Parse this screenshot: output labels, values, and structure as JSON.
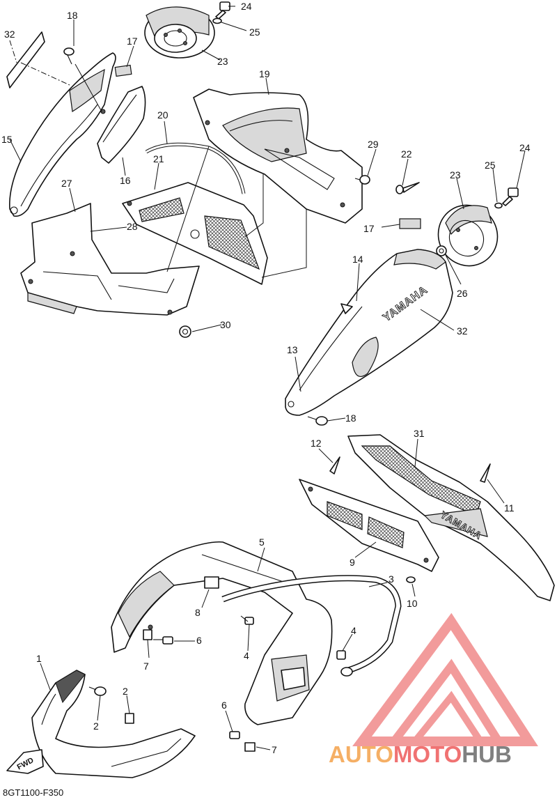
{
  "diagram": {
    "code": "8GT1100-F350",
    "fwd_label": "FWD",
    "emboss_text": "YAMAHA",
    "watermark": {
      "part1": "AUTO",
      "part2": "MOTO",
      "part3": "HUB",
      "colors": {
        "orange": "#f4a24b",
        "red": "#ee5a5a",
        "grey": "#6a6a6a",
        "logo": "#f08a8a"
      }
    }
  },
  "callouts": [
    {
      "id": "c24a",
      "text": "24"
    },
    {
      "id": "c25a",
      "text": "25"
    },
    {
      "id": "c23a",
      "text": "23"
    },
    {
      "id": "c18a",
      "text": "18"
    },
    {
      "id": "c32a",
      "text": "32"
    },
    {
      "id": "c17a",
      "text": "17"
    },
    {
      "id": "c15",
      "text": "15"
    },
    {
      "id": "c16",
      "text": "16"
    },
    {
      "id": "c20",
      "text": "20"
    },
    {
      "id": "c19",
      "text": "19"
    },
    {
      "id": "c21",
      "text": "21"
    },
    {
      "id": "c27",
      "text": "27"
    },
    {
      "id": "c28",
      "text": "28"
    },
    {
      "id": "c30",
      "text": "30"
    },
    {
      "id": "c29",
      "text": "29"
    },
    {
      "id": "c22",
      "text": "22"
    },
    {
      "id": "c24b",
      "text": "24"
    },
    {
      "id": "c23b",
      "text": "23"
    },
    {
      "id": "c25b",
      "text": "25"
    },
    {
      "id": "c17b",
      "text": "17"
    },
    {
      "id": "c14",
      "text": "14"
    },
    {
      "id": "c26",
      "text": "26"
    },
    {
      "id": "c32b",
      "text": "32"
    },
    {
      "id": "c13",
      "text": "13"
    },
    {
      "id": "c18b",
      "text": "18"
    },
    {
      "id": "c12",
      "text": "12"
    },
    {
      "id": "c31",
      "text": "31"
    },
    {
      "id": "c11",
      "text": "11"
    },
    {
      "id": "c9",
      "text": "9"
    },
    {
      "id": "c5",
      "text": "5"
    },
    {
      "id": "c3",
      "text": "3"
    },
    {
      "id": "c10",
      "text": "10"
    },
    {
      "id": "c8",
      "text": "8"
    },
    {
      "id": "c6a",
      "text": "6"
    },
    {
      "id": "c4a",
      "text": "4"
    },
    {
      "id": "c4b",
      "text": "4"
    },
    {
      "id": "c7a",
      "text": "7"
    },
    {
      "id": "c1",
      "text": "1"
    },
    {
      "id": "c2a",
      "text": "2"
    },
    {
      "id": "c2b",
      "text": "2"
    },
    {
      "id": "c6b",
      "text": "6"
    },
    {
      "id": "c7b",
      "text": "7"
    }
  ]
}
